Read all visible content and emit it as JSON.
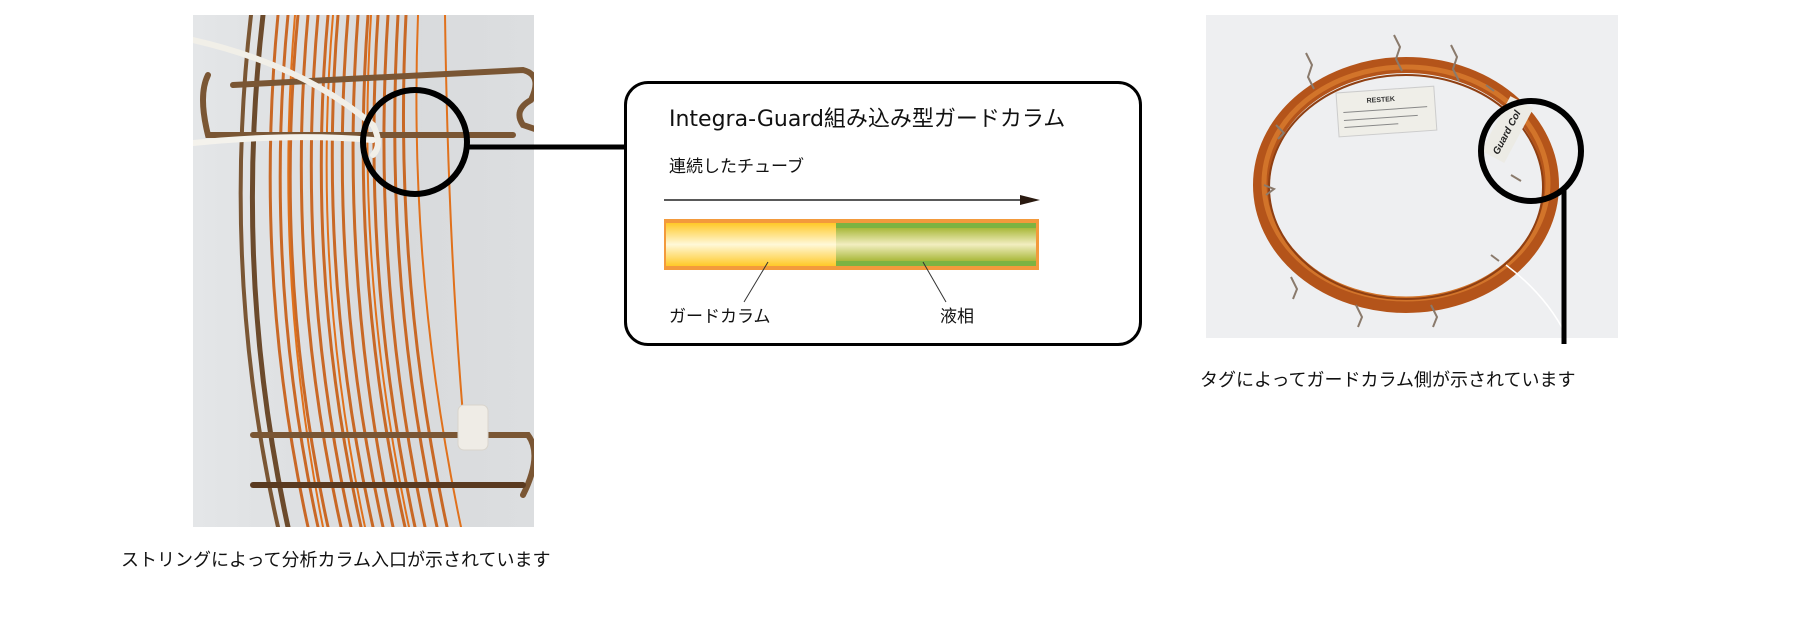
{
  "callout": {
    "title": "Integra-Guard組み込み型ガードカラム",
    "subtitle": "連続したチューブ",
    "label_guard": "ガードカラム",
    "label_liquid": "液相"
  },
  "left_photo": {
    "caption": "ストリングによって分析カラム入口が示されています"
  },
  "right_photo": {
    "caption": "タグによってガードカラム側が示されています",
    "tag_text": "Guard Col",
    "card_brand": "RESTEK"
  },
  "colors": {
    "tube_outer": "#f39a3c",
    "guard_fill": "#ffd43a",
    "liquid_layer": "#7cb342",
    "copper": "#c8621c",
    "outline": "#000000"
  }
}
